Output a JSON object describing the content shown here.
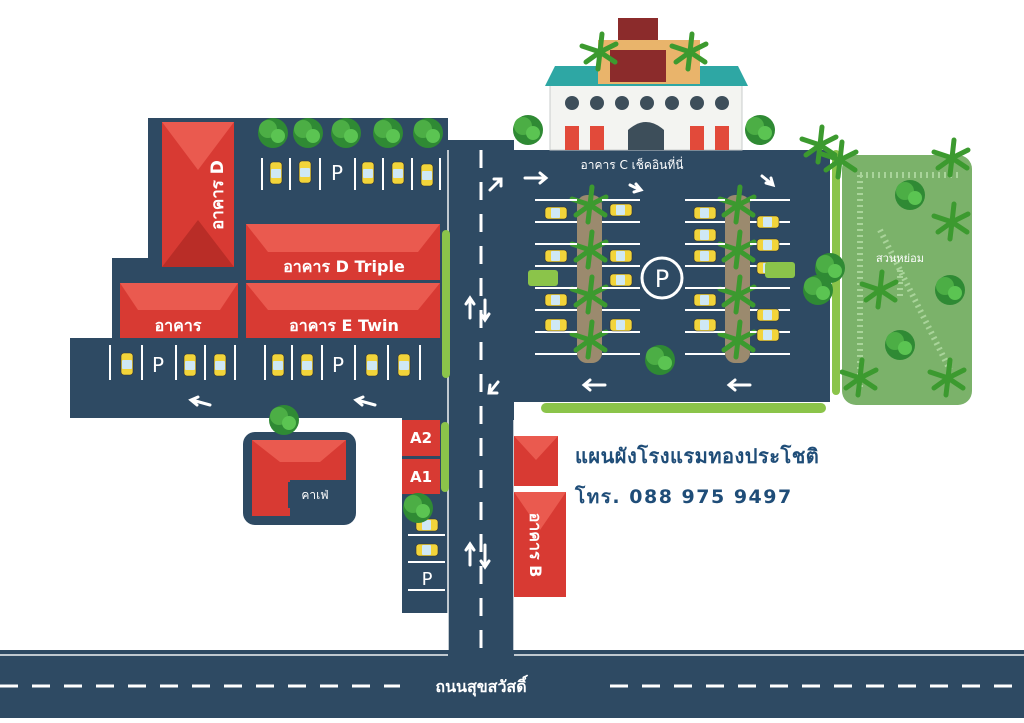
{
  "map": {
    "title": "แผนผังโรงแรมทองประโชติ",
    "phone": "โทร. 088 975 9497",
    "road_label": "ถนนสุขสวัสดิ์",
    "parking_symbol": "P",
    "buildings": {
      "d": "อาคาร D",
      "d_triple": "อาคาร D Triple",
      "e_twin": "อาคาร E Twin",
      "plain": "อาคาร",
      "c_checkin": "อาคาร C เช็คอินที่นี่",
      "a2": "A2",
      "a1": "A1",
      "b": "อาคาร B",
      "cafe": "คาเฟ่"
    },
    "garden": "สวนหย่อม",
    "colors": {
      "road": "#2e4a63",
      "roof": "#d83a33",
      "grass": "#7bb26a",
      "tree": "#3f9a3a",
      "text": "#1f4d78"
    }
  }
}
